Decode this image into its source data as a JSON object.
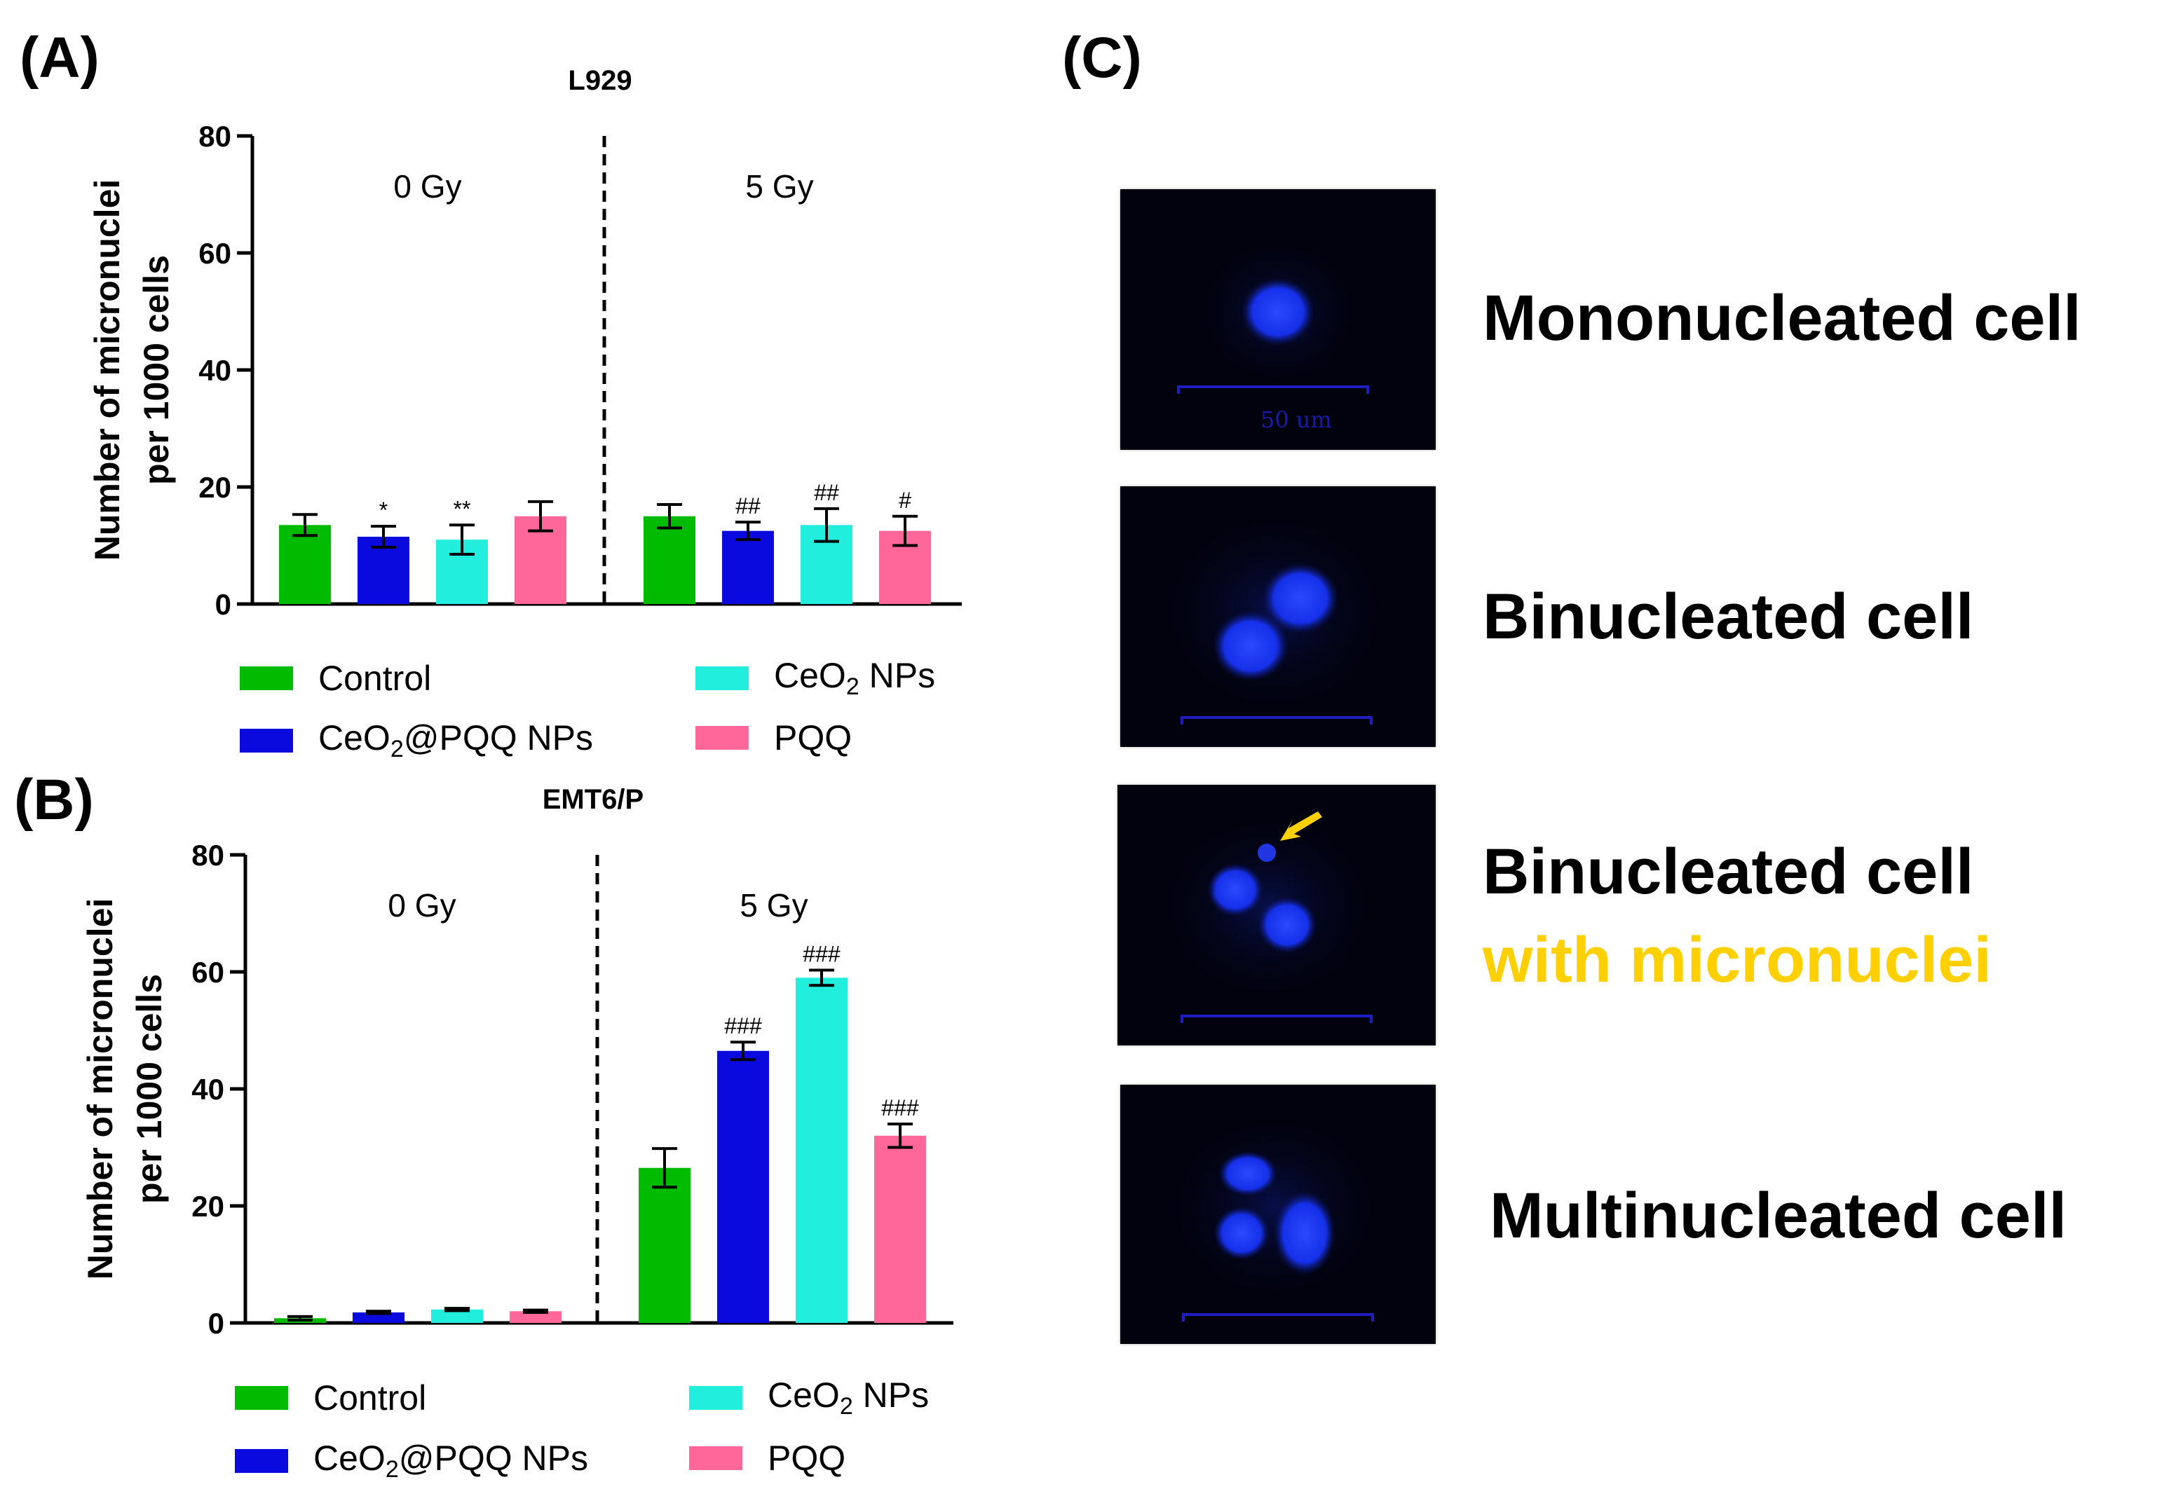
{
  "panels": {
    "a_letter": "(A)",
    "b_letter": "(B)",
    "c_letter": "(C)"
  },
  "legend": {
    "control": "Control",
    "ceo2_pqq_prefix": "CeO",
    "ceo2_pqq_sub": "2",
    "ceo2_pqq_suffix": "@PQQ NPs",
    "ceo2_prefix": "CeO",
    "ceo2_sub": "2",
    "ceo2_suffix": " NPs",
    "pqq": "PQQ"
  },
  "colors": {
    "control": "#00bb00",
    "ceo2_pqq": "#0a0adf",
    "ceo2": "#22eedd",
    "pqq": "#ff6699",
    "micronuclei_label": "#ffd000",
    "nucleus": "#1f3bff"
  },
  "chart_data": [
    {
      "type": "bar",
      "title": "L929",
      "ylabel_line1": "Number of micronuclei",
      "ylabel_line2": "per 1000 cells",
      "ylim": [
        0,
        80
      ],
      "yticks": [
        0,
        20,
        40,
        60,
        80
      ],
      "groups": [
        "0 Gy",
        "5 Gy"
      ],
      "series": [
        {
          "name": "Control",
          "values": [
            13.5,
            15.0
          ],
          "errors": [
            1.8,
            2.0
          ],
          "marks": [
            "",
            ""
          ]
        },
        {
          "name": "CeO2@PQQ NPs",
          "values": [
            11.5,
            12.5
          ],
          "errors": [
            1.8,
            1.5
          ],
          "marks": [
            "*",
            "##"
          ]
        },
        {
          "name": "CeO2 NPs",
          "values": [
            11.0,
            13.5
          ],
          "errors": [
            2.5,
            2.8
          ],
          "marks": [
            "**",
            "##"
          ]
        },
        {
          "name": "PQQ",
          "values": [
            15.0,
            12.5
          ],
          "errors": [
            2.5,
            2.5
          ],
          "marks": [
            "",
            "#"
          ]
        }
      ]
    },
    {
      "type": "bar",
      "title": "EMT6/P",
      "ylabel_line1": "Number of micronuclei",
      "ylabel_line2": "per 1000 cells",
      "ylim": [
        0,
        80
      ],
      "yticks": [
        0,
        20,
        40,
        60,
        80
      ],
      "groups": [
        "0 Gy",
        "5 Gy"
      ],
      "series": [
        {
          "name": "Control",
          "values": [
            0.8,
            26.5
          ],
          "errors": [
            0.3,
            3.3
          ],
          "marks": [
            "",
            ""
          ]
        },
        {
          "name": "CeO2@PQQ NPs",
          "values": [
            1.8,
            46.5
          ],
          "errors": [
            0.2,
            1.5
          ],
          "marks": [
            "",
            "###"
          ]
        },
        {
          "name": "CeO2 NPs",
          "values": [
            2.3,
            59.0
          ],
          "errors": [
            0.2,
            1.3
          ],
          "marks": [
            "",
            "###"
          ]
        },
        {
          "name": "PQQ",
          "values": [
            2.0,
            32.0
          ],
          "errors": [
            0.2,
            2.0
          ],
          "marks": [
            "",
            "###"
          ]
        }
      ]
    }
  ],
  "micrographs": {
    "scale_text": "50 um",
    "labels": {
      "mononucleated": "Mononucleated cell",
      "binucleated": "Binucleated cell",
      "binucleated_micro_line1": "Binucleated cell",
      "binucleated_micro_line2": "with micronuclei",
      "multinucleated": "Multinucleated cell"
    }
  }
}
